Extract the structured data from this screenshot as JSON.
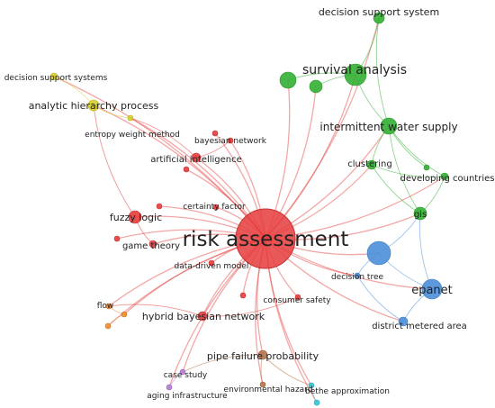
{
  "colors": {
    "red": "#e63c3c",
    "green": "#33b033",
    "blue": "#4a8fd9",
    "yellow": "#d6cf2a",
    "orange": "#f08c2e",
    "purple": "#b37ad9",
    "cyan": "#33c6d6",
    "brown": "#b5734a"
  },
  "nodes": [
    {
      "id": "risk",
      "label": "risk assessment",
      "cluster": "red",
      "weight": 10
    },
    {
      "id": "survival",
      "label": "survival analysis",
      "cluster": "green",
      "weight": 5
    },
    {
      "id": "dss",
      "label": "decision support system",
      "cluster": "green",
      "weight": 2
    },
    {
      "id": "iws",
      "label": "intermittent water supply",
      "cluster": "green",
      "weight": 4
    },
    {
      "id": "clustering",
      "label": "clustering",
      "cluster": "green",
      "weight": 1
    },
    {
      "id": "developing",
      "label": "developing countries",
      "cluster": "green",
      "weight": 1
    },
    {
      "id": "gis",
      "label": "gis",
      "cluster": "green",
      "weight": 2
    },
    {
      "id": "green_a",
      "label": "",
      "cluster": "green",
      "weight": 3
    },
    {
      "id": "green_b",
      "label": "",
      "cluster": "green",
      "weight": 2
    },
    {
      "id": "green_c",
      "label": "",
      "cluster": "green",
      "weight": 1
    },
    {
      "id": "dss2",
      "label": "decision support systems",
      "cluster": "yellow",
      "weight": 1
    },
    {
      "id": "ahp",
      "label": "analytic hierarchy process",
      "cluster": "yellow",
      "weight": 2
    },
    {
      "id": "entropy",
      "label": "entropy weight method",
      "cluster": "yellow",
      "weight": 1
    },
    {
      "id": "bayesnet",
      "label": "bayesian network",
      "cluster": "red",
      "weight": 1
    },
    {
      "id": "ai",
      "label": "artificial intelligence",
      "cluster": "red",
      "weight": 2
    },
    {
      "id": "certainty",
      "label": "certainty factor",
      "cluster": "red",
      "weight": 1
    },
    {
      "id": "fuzzy",
      "label": "fuzzy logic",
      "cluster": "red",
      "weight": 3
    },
    {
      "id": "game",
      "label": "game theory",
      "cluster": "red",
      "weight": 1
    },
    {
      "id": "datadriven",
      "label": "data-driven model",
      "cluster": "red",
      "weight": 1
    },
    {
      "id": "consumer",
      "label": "consumer safety",
      "cluster": "red",
      "weight": 1
    },
    {
      "id": "hybrid",
      "label": "hybrid bayesian network",
      "cluster": "red",
      "weight": 2
    },
    {
      "id": "red_a",
      "label": "",
      "cluster": "red",
      "weight": 1
    },
    {
      "id": "red_b",
      "label": "",
      "cluster": "red",
      "weight": 1
    },
    {
      "id": "red_c",
      "label": "",
      "cluster": "red",
      "weight": 1
    },
    {
      "id": "red_d",
      "label": "",
      "cluster": "red",
      "weight": 1
    },
    {
      "id": "red_e",
      "label": "",
      "cluster": "red",
      "weight": 1
    },
    {
      "id": "flow",
      "label": "flow",
      "cluster": "orange",
      "weight": 1
    },
    {
      "id": "orange_a",
      "label": "",
      "cluster": "orange",
      "weight": 1
    },
    {
      "id": "orange_b",
      "label": "",
      "cluster": "orange",
      "weight": 1
    },
    {
      "id": "pipe",
      "label": "pipe failure probability",
      "cluster": "brown",
      "weight": 2
    },
    {
      "id": "envhaz",
      "label": "environmental hazard",
      "cluster": "brown",
      "weight": 1
    },
    {
      "id": "casestudy",
      "label": "case study",
      "cluster": "purple",
      "weight": 1
    },
    {
      "id": "aging",
      "label": "aging infrastructure",
      "cluster": "purple",
      "weight": 1
    },
    {
      "id": "bethe",
      "label": "bethe approximation",
      "cluster": "cyan",
      "weight": 1
    },
    {
      "id": "cyan_a",
      "label": "",
      "cluster": "cyan",
      "weight": 1
    },
    {
      "id": "blue_hub",
      "label": "",
      "cluster": "blue",
      "weight": 4
    },
    {
      "id": "dtree",
      "label": "decision tree",
      "cluster": "blue",
      "weight": 1
    },
    {
      "id": "epanet",
      "label": "epanet",
      "cluster": "blue",
      "weight": 4
    },
    {
      "id": "dma",
      "label": "district metered area",
      "cluster": "blue",
      "weight": 2
    }
  ],
  "links": [
    [
      "risk",
      "survival"
    ],
    [
      "risk",
      "dss"
    ],
    [
      "risk",
      "iws"
    ],
    [
      "risk",
      "clustering"
    ],
    [
      "risk",
      "developing"
    ],
    [
      "risk",
      "gis"
    ],
    [
      "risk",
      "green_a"
    ],
    [
      "risk",
      "green_b"
    ],
    [
      "risk",
      "dss2"
    ],
    [
      "risk",
      "ahp"
    ],
    [
      "risk",
      "entropy"
    ],
    [
      "risk",
      "bayesnet"
    ],
    [
      "risk",
      "ai"
    ],
    [
      "risk",
      "certainty"
    ],
    [
      "risk",
      "fuzzy"
    ],
    [
      "risk",
      "game"
    ],
    [
      "risk",
      "datadriven"
    ],
    [
      "risk",
      "consumer"
    ],
    [
      "risk",
      "hybrid"
    ],
    [
      "risk",
      "red_a"
    ],
    [
      "risk",
      "red_b"
    ],
    [
      "risk",
      "red_c"
    ],
    [
      "risk",
      "red_d"
    ],
    [
      "risk",
      "red_e"
    ],
    [
      "risk",
      "flow"
    ],
    [
      "risk",
      "orange_a"
    ],
    [
      "risk",
      "orange_b"
    ],
    [
      "risk",
      "pipe"
    ],
    [
      "risk",
      "envhaz"
    ],
    [
      "risk",
      "casestudy"
    ],
    [
      "risk",
      "aging"
    ],
    [
      "risk",
      "bethe"
    ],
    [
      "risk",
      "cyan_a"
    ],
    [
      "risk",
      "blue_hub"
    ],
    [
      "risk",
      "dtree"
    ],
    [
      "risk",
      "epanet"
    ],
    [
      "risk",
      "dma"
    ],
    [
      "survival",
      "dss"
    ],
    [
      "survival",
      "iws"
    ],
    [
      "survival",
      "green_a"
    ],
    [
      "survival",
      "green_b"
    ],
    [
      "iws",
      "clustering"
    ],
    [
      "iws",
      "developing"
    ],
    [
      "iws",
      "gis"
    ],
    [
      "iws",
      "green_c"
    ],
    [
      "clustering",
      "gis"
    ],
    [
      "clustering",
      "developing"
    ],
    [
      "gis",
      "developing"
    ],
    [
      "gis",
      "epanet"
    ],
    [
      "dss",
      "iws"
    ],
    [
      "ahp",
      "entropy"
    ],
    [
      "ahp",
      "dss2"
    ],
    [
      "ahp",
      "fuzzy"
    ],
    [
      "blue_hub",
      "dtree"
    ],
    [
      "blue_hub",
      "epanet"
    ],
    [
      "epanet",
      "dma"
    ],
    [
      "dtree",
      "dma"
    ],
    [
      "blue_hub",
      "gis"
    ],
    [
      "hybrid",
      "consumer"
    ],
    [
      "hybrid",
      "flow"
    ],
    [
      "flow",
      "orange_a"
    ],
    [
      "orange_a",
      "orange_b"
    ],
    [
      "pipe",
      "envhaz"
    ],
    [
      "pipe",
      "casestudy"
    ],
    [
      "casestudy",
      "aging"
    ],
    [
      "bethe",
      "cyan_a"
    ],
    [
      "pipe",
      "bethe"
    ],
    [
      "fuzzy",
      "game"
    ],
    [
      "ai",
      "bayesnet"
    ],
    [
      "ai",
      "entropy"
    ]
  ]
}
